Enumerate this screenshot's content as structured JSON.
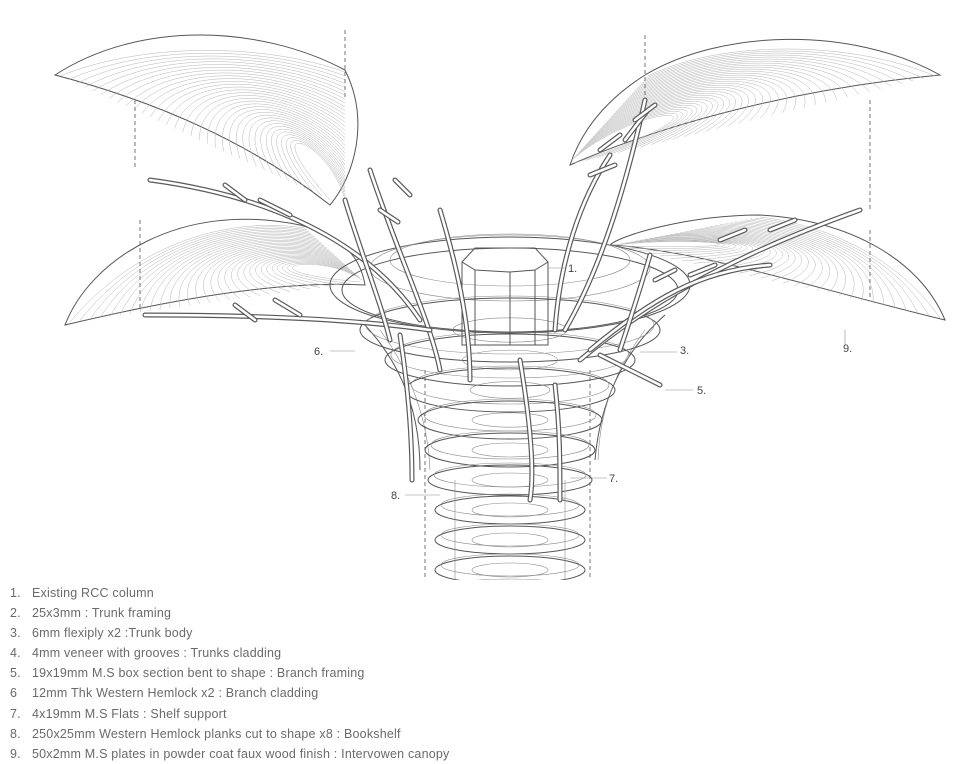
{
  "callouts": [
    "1.",
    "3.",
    "5.",
    "6.",
    "7.",
    "8.",
    "9."
  ],
  "legend": [
    {
      "num": "1.",
      "text": "Existing RCC column"
    },
    {
      "num": "2.",
      "text": "25x3mm : Trunk framing"
    },
    {
      "num": "3.",
      "text": "6mm flexiply x2 :Trunk body"
    },
    {
      "num": "4.",
      "text": "4mm veneer with grooves : Trunks cladding"
    },
    {
      "num": "5.",
      "text": "19x19mm M.S box section bent to shape : Branch framing"
    },
    {
      "num": "6",
      "text": "12mm Thk Western Hemlock x2 : Branch cladding"
    },
    {
      "num": "7.",
      "text": "4x19mm M.S Flats : Shelf support"
    },
    {
      "num": "8.",
      "text": "250x25mm Western Hemlock planks cut to shape x8 : Bookshelf"
    },
    {
      "num": "9.",
      "text": "50x2mm M.S plates in powder coat faux wood finish : Intervowen canopy"
    }
  ]
}
